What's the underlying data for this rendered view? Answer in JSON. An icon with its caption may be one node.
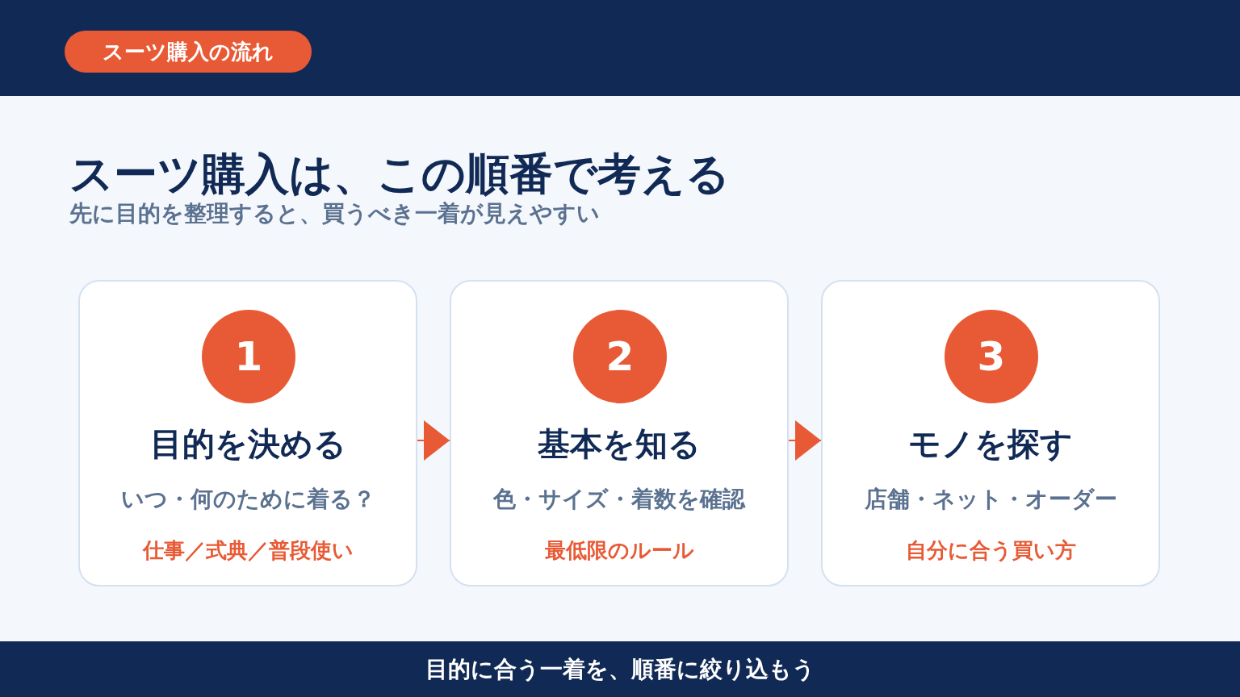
{
  "diagram": {
    "title": "スーツ購入は、この順番で考える",
    "nodes": [
      {
        "text": [
          "スーツ購入の流れ"
        ]
      },
      {
        "text": [
          "目的を決める",
          "いつ・何のために着る？",
          "仕事／式典／普段使い"
        ]
      },
      {
        "text": [
          "1"
        ],
        "in": 1
      },
      {
        "text": [
          "基本を知る",
          "色・サイズ・着数を確認",
          "最低限のルール"
        ]
      },
      {
        "text": [
          "2"
        ],
        "in": 3
      },
      {
        "text": [
          "モノを探す",
          "店舗・ネット・オーダー",
          "自分に合う買い方"
        ]
      },
      {
        "text": [
          "3"
        ],
        "in": 5
      },
      {
        "text": [
          "目的に合う一着を、順番に絞り込もう"
        ]
      }
    ],
    "edges": [
      {
        "from": 1,
        "to": 3,
        "arrow": "to"
      },
      {
        "from": 3,
        "to": 5,
        "arrow": "to"
      }
    ],
    "labels": [
      "先に目的を整理すると、買うべき一着が見えやすい"
    ]
  }
}
